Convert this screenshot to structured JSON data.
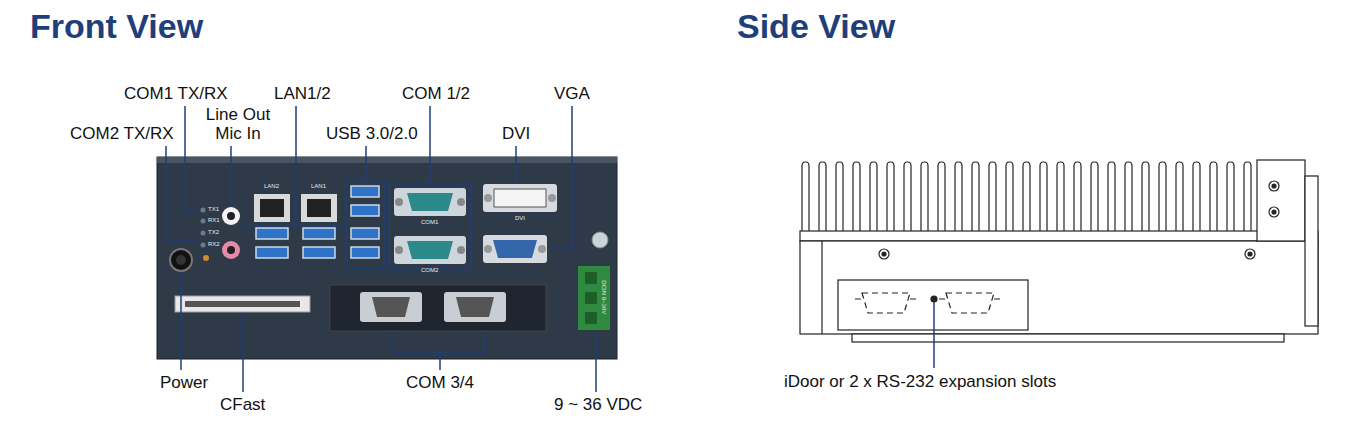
{
  "diagram": {
    "labels": [
      "Front View",
      "Side View",
      "COM1 TX/RX",
      "Line Out Mic In",
      "COM2 TX/RX",
      "LAN1/2",
      "USB 3.0/2.0",
      "COM 1/2",
      "DVI",
      "VGA",
      "Power",
      "CFast",
      "COM 3/4",
      "9 ~ 36 VDC",
      "LAN2",
      "LAN1",
      "TX1",
      "RX1",
      "TX2",
      "RX2",
      "COM1",
      "COM2",
      "DVI",
      "DCIN 9~36V",
      "iDoor or 2 x RS-232 expansion slots"
    ]
  }
}
